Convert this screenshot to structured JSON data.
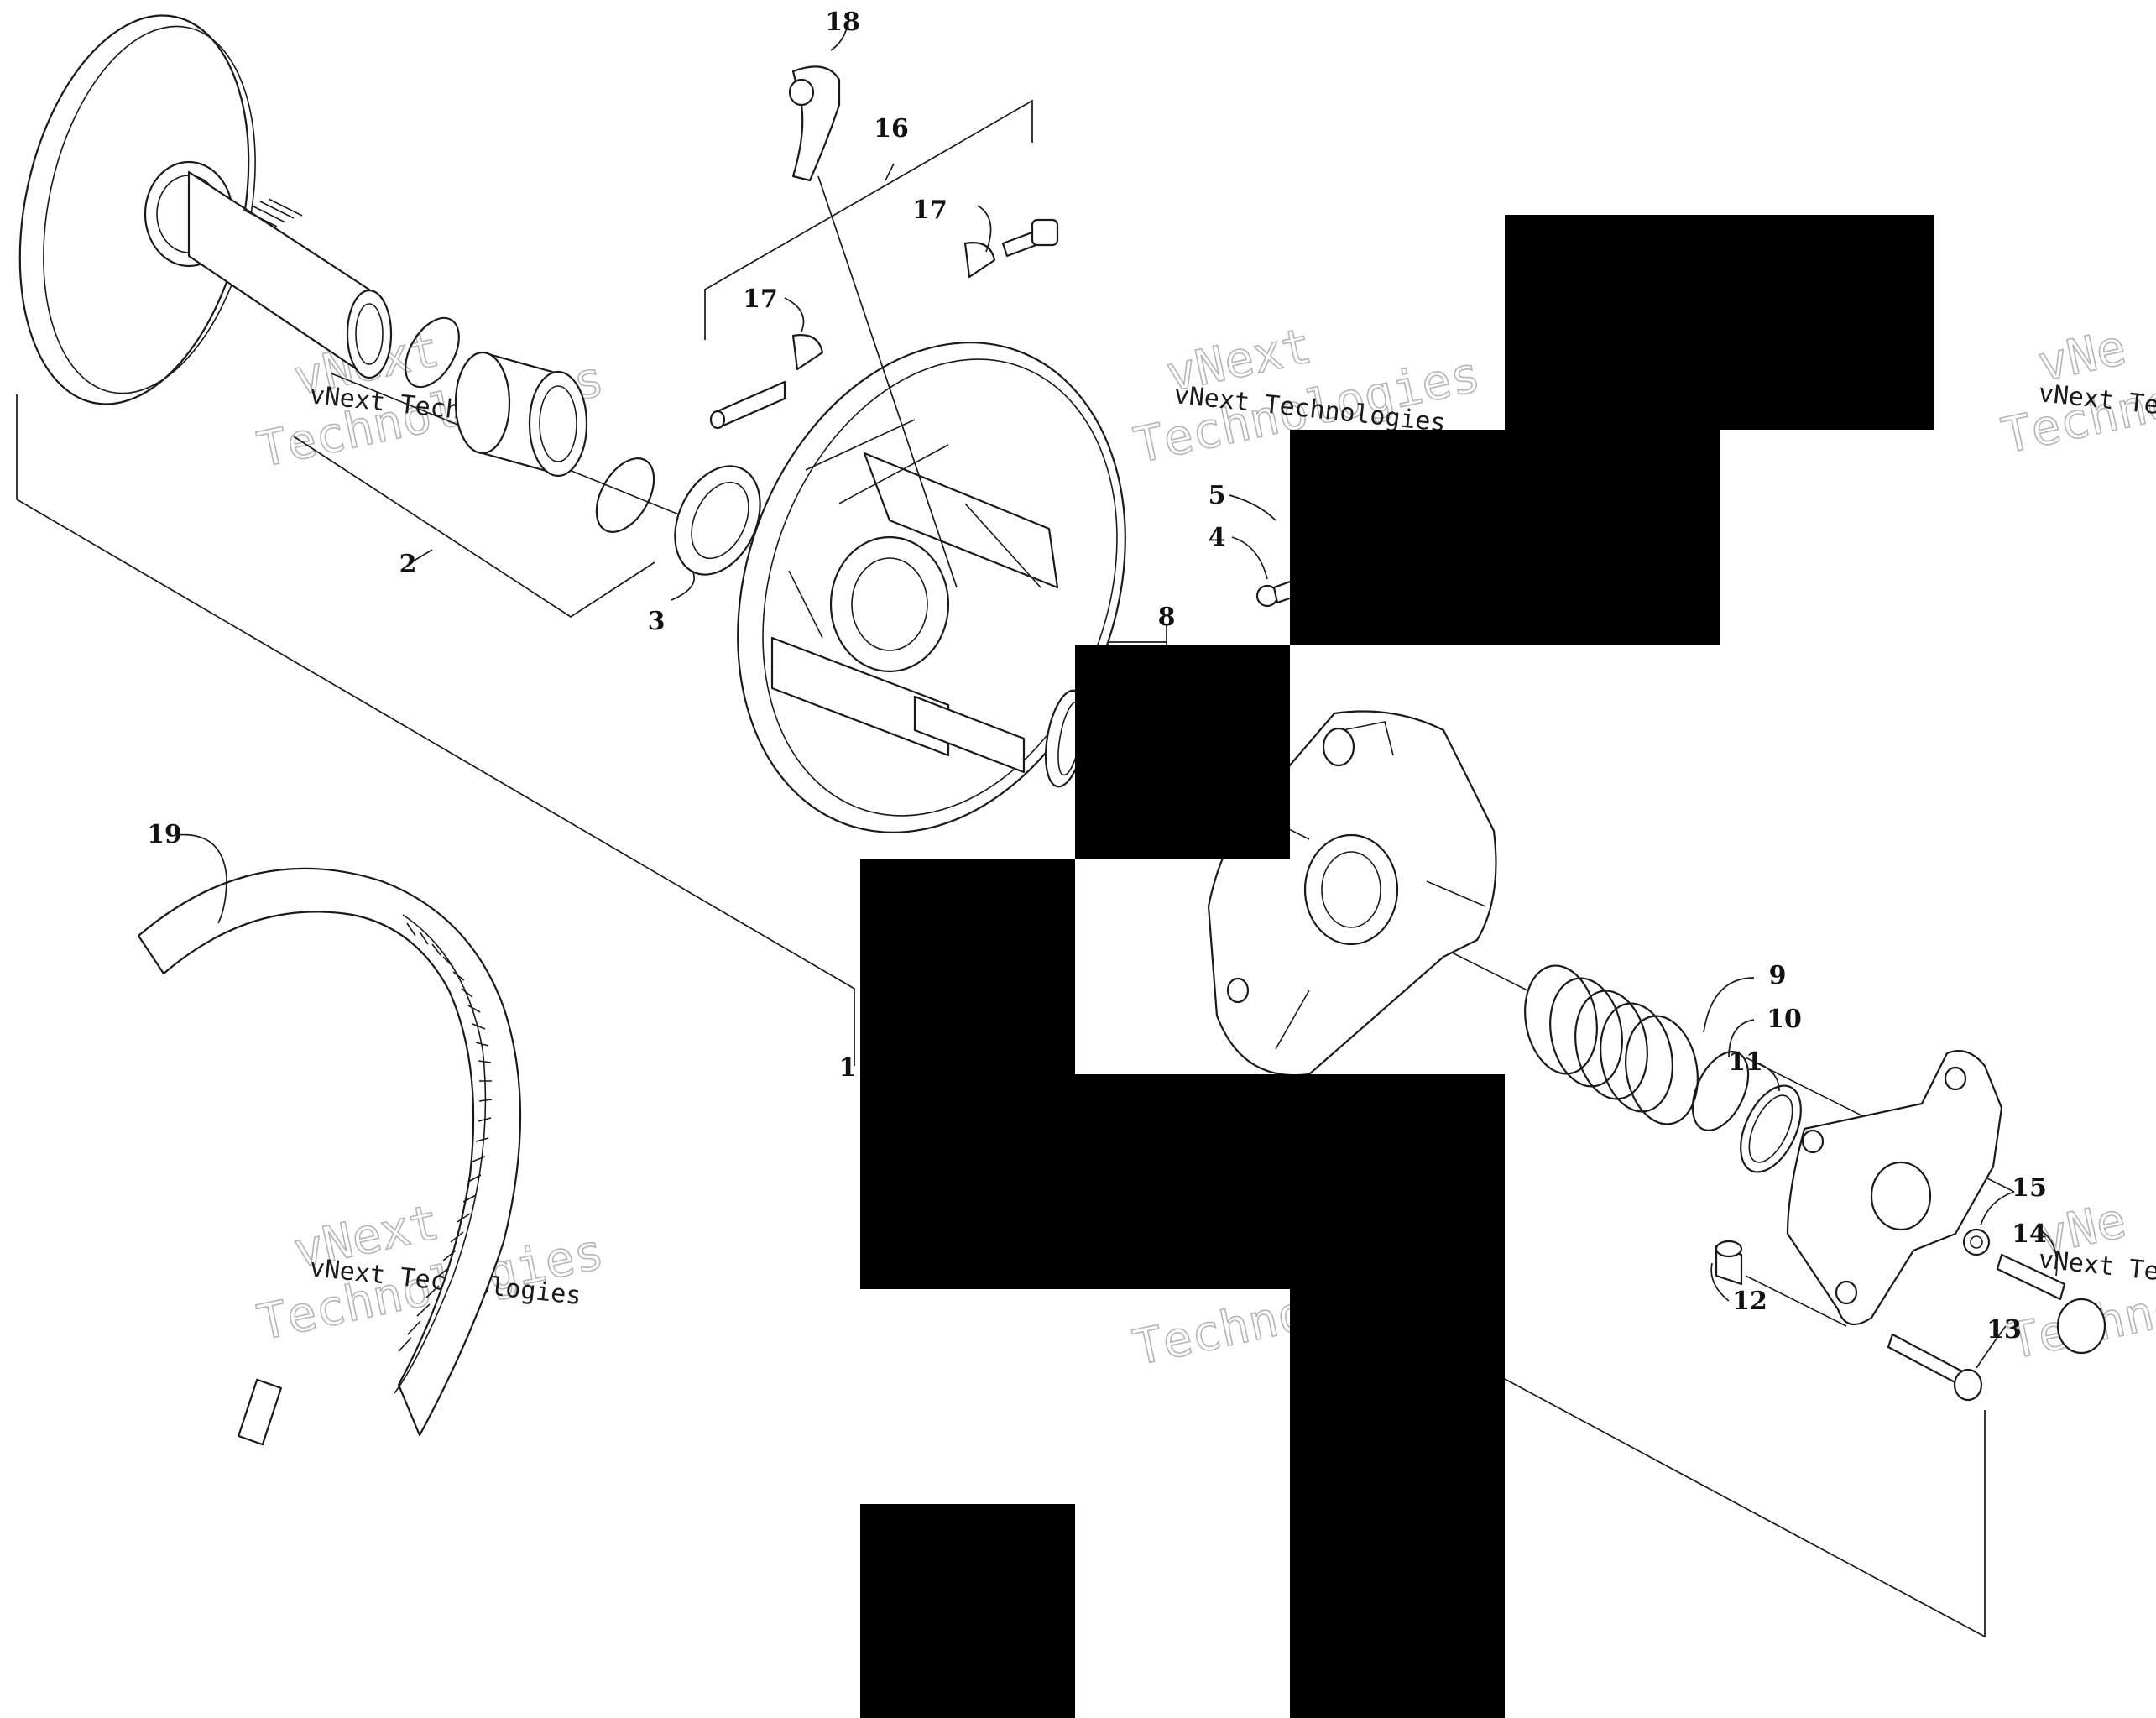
{
  "callouts": [
    {
      "id": "1",
      "text": "1"
    },
    {
      "id": "2",
      "text": "2"
    },
    {
      "id": "3",
      "text": "3"
    },
    {
      "id": "4",
      "text": "4"
    },
    {
      "id": "5",
      "text": "5"
    },
    {
      "id": "8",
      "text": "8"
    },
    {
      "id": "9",
      "text": "9"
    },
    {
      "id": "10",
      "text": "10"
    },
    {
      "id": "11",
      "text": "11"
    },
    {
      "id": "12",
      "text": "12"
    },
    {
      "id": "13",
      "text": "13"
    },
    {
      "id": "14",
      "text": "14"
    },
    {
      "id": "15",
      "text": "15"
    },
    {
      "id": "16",
      "text": "16"
    },
    {
      "id": "17a",
      "text": "17"
    },
    {
      "id": "17b",
      "text": "17"
    },
    {
      "id": "18",
      "text": "18"
    },
    {
      "id": "19",
      "text": "19"
    }
  ],
  "watermark": {
    "line_small": "vNext Technologies",
    "word1": "vNext",
    "word2": "Technologies",
    "word2_partial": "Techno",
    "line_small_partial": "vNext Te",
    "word1_partial": "vNe"
  }
}
